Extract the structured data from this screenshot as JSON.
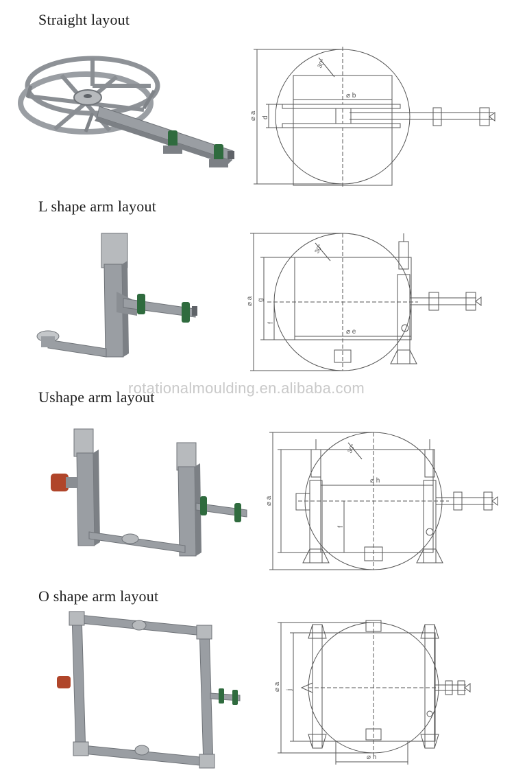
{
  "sections": [
    {
      "title": "Straight layout",
      "labels": {
        "a": "⌀ a",
        "d": "d",
        "b": "⌀ b",
        "angle": "30°"
      }
    },
    {
      "title": "L shape arm layout",
      "labels": {
        "a": "⌀ a",
        "g": "g",
        "f": "f",
        "e": "⌀ e",
        "angle": "30°"
      }
    },
    {
      "title": "Ushape arm layout",
      "labels": {
        "a": "⌀ a",
        "f": "f",
        "h": "⌀ h",
        "angle": "30°"
      }
    },
    {
      "title": "O shape arm layout",
      "labels": {
        "a": "⌀ a",
        "j": "j",
        "h": "⌀ h"
      }
    }
  ],
  "watermark": "rotationalmoulding.en.alibaba.com",
  "colors": {
    "steel": "#9a9ea3",
    "steel_dark": "#6f7378",
    "steel_light": "#c4c7ca",
    "bearing_green": "#2f6b3e",
    "motor_red": "#b0452a",
    "line": "#555555"
  }
}
